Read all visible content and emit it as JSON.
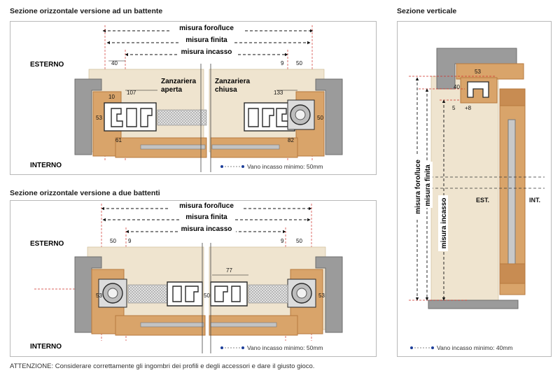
{
  "sections": {
    "single": {
      "title": "Sezione orizzontale versione ad un battente",
      "dims": {
        "foro": "misura foro/luce",
        "finita": "misura finita",
        "incasso": "misura incasso"
      },
      "side_labels": {
        "out": "ESTERNO",
        "in": "INTERNO"
      },
      "text_open_1": "Zanzariera",
      "text_open_2": "aperta",
      "text_closed_1": "Zanzariera",
      "text_closed_2": "chiusa",
      "nums": {
        "n40": "40",
        "n107": "107",
        "n10": "10",
        "n53": "53",
        "n61": "61",
        "n9": "9",
        "n50a": "50",
        "n133": "133",
        "n50b": "50",
        "n82": "82"
      },
      "note": "Vano incasso minimo: 50mm"
    },
    "double": {
      "title": "Sezione orizzontale versione a due battenti",
      "dims": {
        "foro": "misura foro/luce",
        "finita": "misura finita",
        "incasso": "misura incasso"
      },
      "side_labels": {
        "out": "ESTERNO",
        "in": "INTERNO"
      },
      "nums": {
        "n50a": "50",
        "n9a": "9",
        "n9b": "9",
        "n50b": "50",
        "n77": "77",
        "n50c": "50",
        "n53": "53",
        "n53b": "53"
      },
      "note": "Vano incasso minimo: 50mm"
    },
    "vertical": {
      "title": "Sezione verticale",
      "dims": {
        "foro": "misura foro/luce",
        "finita": "misura finita",
        "incasso": "misura incasso"
      },
      "nums": {
        "n53": "53",
        "n40": "40",
        "n5": "5",
        "n8": "+8"
      },
      "est": "EST.",
      "int": "INT.",
      "note": "Vano incasso minimo: 40mm"
    }
  },
  "footer": "ATTENZIONE: Considerare correttamente gli ingombri dei profili e degli accessori e dare il giusto gioco.",
  "colors": {
    "wall": "#9b9b9b",
    "wallDark": "#6e6e6e",
    "wood": "#d9a46a",
    "woodDark": "#b77a3f",
    "plaster": "#efe4cf",
    "dim": "#111111",
    "red": "#d0302a",
    "profile": "#2a2a2a",
    "dot": "#1d3f9a"
  }
}
